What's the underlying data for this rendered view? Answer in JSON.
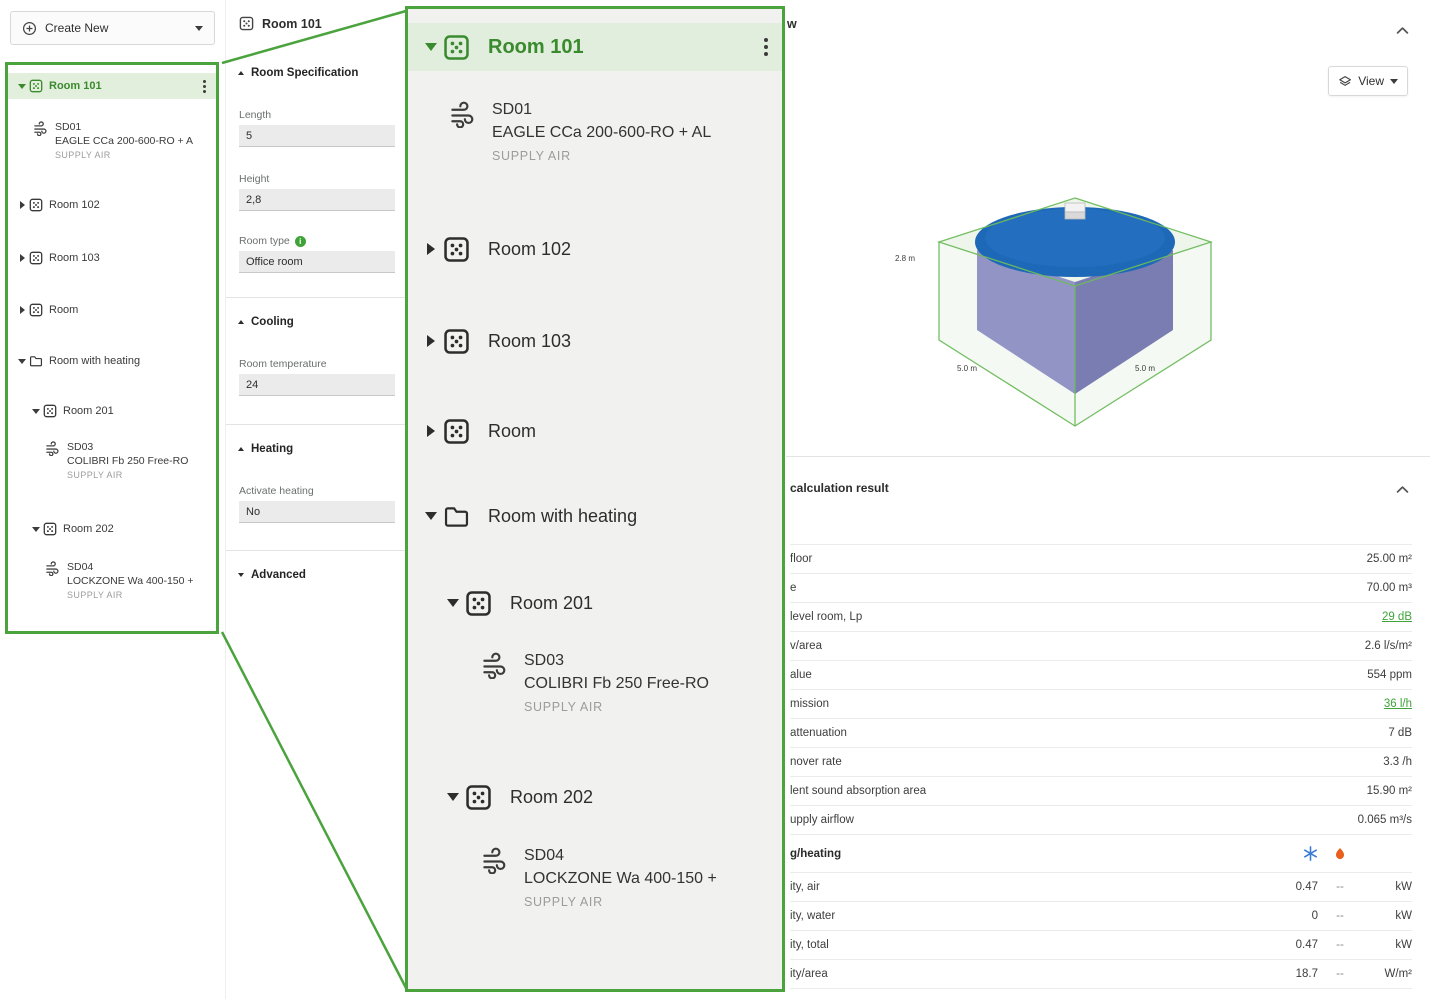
{
  "colors": {
    "accent_green": "#4ba33e",
    "selected_text_green": "#3a8a2e",
    "selected_bg_green": "#e3efdd",
    "link_green": "#3fa33a",
    "diffuser_blue": "#1e68b8",
    "wall_purple": "#8487b8",
    "cool_blue": "#3a7bd5",
    "flame_orange": "#e8601c"
  },
  "sidebar": {
    "create_new_label": "Create New"
  },
  "tree": {
    "room101": {
      "label": "Room 101"
    },
    "sd01": {
      "code": "SD01",
      "name": "EAGLE CCa 200-600-RO + AL",
      "type": "SUPPLY AIR"
    },
    "room102": {
      "label": "Room 102"
    },
    "room103": {
      "label": "Room 103"
    },
    "room": {
      "label": "Room"
    },
    "heating_folder": {
      "label": "Room with heating"
    },
    "room201": {
      "label": "Room 201"
    },
    "sd03": {
      "code": "SD03",
      "name": "COLIBRI Fb 250 Free-RO",
      "type": "SUPPLY AIR"
    },
    "room202": {
      "label": "Room 202"
    },
    "sd04": {
      "code": "SD04",
      "name": "LOCKZONE Wa 400-150 +",
      "type": "SUPPLY AIR"
    }
  },
  "spec": {
    "title": "Room 101",
    "room_specification": {
      "title": "Room Specification",
      "length_label": "Length",
      "length_value": "5",
      "height_label": "Height",
      "height_value": "2,8",
      "room_type_label": "Room type",
      "room_type_value": "Office room"
    },
    "cooling": {
      "title": "Cooling",
      "room_temperature_label": "Room temperature",
      "room_temperature_value": "24"
    },
    "heating": {
      "title": "Heating",
      "activate_heating_label": "Activate heating",
      "activate_heating_value": "No"
    },
    "advanced": {
      "title": "Advanced"
    }
  },
  "main": {
    "header_fragment": "w",
    "view_label": "View",
    "viz": {
      "height_dim": "2.8 m",
      "width_dim": "5.0 m",
      "depth_dim": "5.0 m"
    },
    "results_title": "calculation result",
    "results_rows": [
      {
        "label": "floor",
        "value": "25.00 m²"
      },
      {
        "label": "e",
        "value": "70.00 m³"
      },
      {
        "label": "level room, Lp",
        "value": "29 dB"
      },
      {
        "label": "v/area",
        "value": "2.6 l/s/m²"
      },
      {
        "label": "alue",
        "value": "554 ppm"
      },
      {
        "label": "mission",
        "value": "36 l/h"
      },
      {
        "label": "attenuation",
        "value": "7 dB"
      },
      {
        "label": "nover rate",
        "value": "3.3 /h"
      },
      {
        "label": "lent sound absorption area",
        "value": "15.90 m²"
      },
      {
        "label": "upply airflow",
        "value": "0.065 m³/s"
      }
    ],
    "cooling_heating": {
      "header": "g/heating",
      "rows": [
        {
          "label": "ity, air",
          "cool": "0.47",
          "heat": "--",
          "unit": "kW"
        },
        {
          "label": "ity, water",
          "cool": "0",
          "heat": "--",
          "unit": "kW"
        },
        {
          "label": "ity, total",
          "cool": "0.47",
          "heat": "--",
          "unit": "kW"
        },
        {
          "label": "ity/area",
          "cool": "18.7",
          "heat": "--",
          "unit": "W/m²"
        }
      ]
    }
  }
}
